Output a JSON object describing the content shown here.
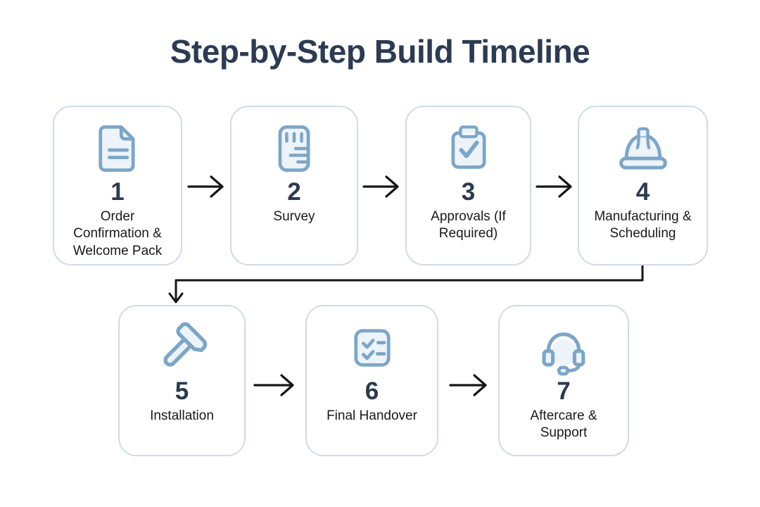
{
  "title": "Step-by-Step Build Timeline",
  "colors": {
    "title_text": "#2c3b53",
    "step_number": "#2b3a50",
    "step_label": "#191919",
    "card_border": "#cddcea",
    "card_background": "#ffffff",
    "icon_stroke": "#7ca6c8",
    "icon_fill": "#ecf3f9",
    "arrow": "#151515",
    "page_background": "#ffffff"
  },
  "steps": [
    {
      "number": "1",
      "label": "Order Confirmation & Welcome Pack",
      "icon": "document-icon"
    },
    {
      "number": "2",
      "label": "Survey",
      "icon": "ruler-icon"
    },
    {
      "number": "3",
      "label": "Approvals (If Required)",
      "icon": "clipboard-check-icon"
    },
    {
      "number": "4",
      "label": "Manufacturing & Scheduling",
      "icon": "hard-hat-icon"
    },
    {
      "number": "5",
      "label": "Installation",
      "icon": "hammer-icon"
    },
    {
      "number": "6",
      "label": "Final Handover",
      "icon": "checklist-icon"
    },
    {
      "number": "7",
      "label": "Aftercare & Support",
      "icon": "headset-icon"
    }
  ],
  "flow": {
    "row1": [
      "1",
      "2",
      "3",
      "4"
    ],
    "row2": [
      "5",
      "6",
      "7"
    ],
    "connector": "step-4 to step-5"
  }
}
